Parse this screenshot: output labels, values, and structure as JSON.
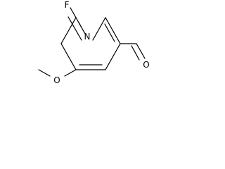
{
  "atoms": {
    "fluorine": "F",
    "ring_nitrogen": "N",
    "methoxy_oxygen": "O",
    "aldehyde_oxygen": "O"
  }
}
